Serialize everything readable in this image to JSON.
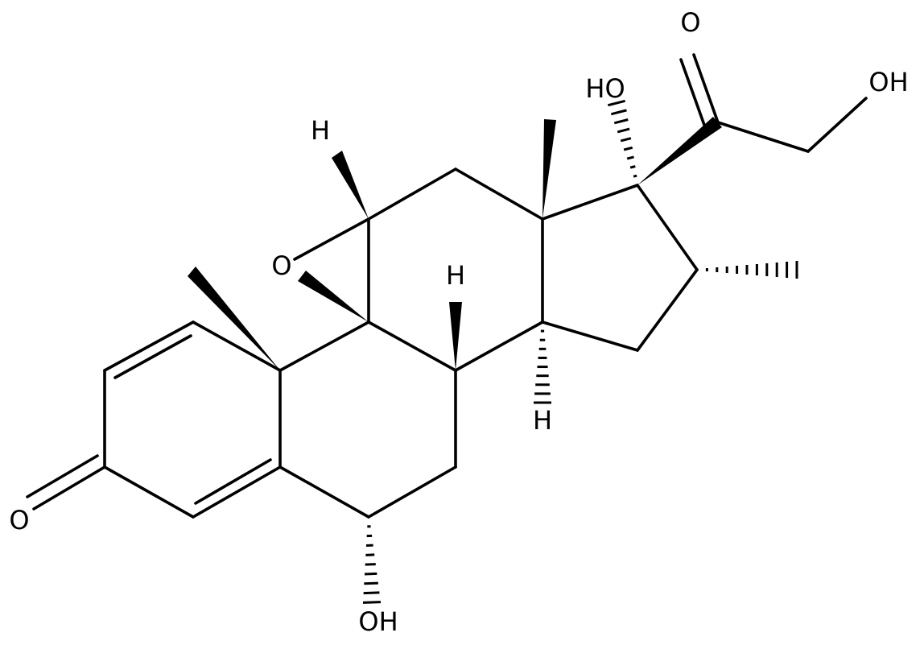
{
  "molecule": {
    "atom_labels": {
      "ketone_o3": "O",
      "epoxide_o": "O",
      "oh_6": "OH",
      "oh_17": "HO",
      "ketone_o20": "O",
      "oh_21": "OH",
      "h_11": "H",
      "h_8": "H",
      "h_14": "H"
    },
    "colors": {
      "ink": "#000000",
      "background": "#ffffff"
    }
  }
}
